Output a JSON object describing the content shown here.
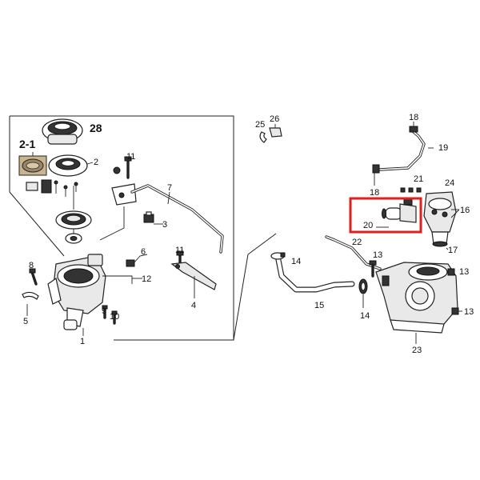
{
  "labels": {
    "p1": "1",
    "p2": "2",
    "p2_1": "2-1",
    "p3": "3",
    "p4": "4",
    "p5": "5",
    "p6": "6",
    "p7": "7",
    "p8": "8",
    "p9": "9",
    "p10": "10",
    "p11a": "11",
    "p11b": "11",
    "p12": "12",
    "p13a": "13",
    "p13b": "13",
    "p13c": "13",
    "p14a": "14",
    "p14b": "14",
    "p15": "15",
    "p16": "16",
    "p17": "17",
    "p18a": "18",
    "p18b": "18",
    "p19": "19",
    "p20": "20",
    "p21": "21",
    "p22": "22",
    "p23": "23",
    "p24": "24",
    "p25": "25",
    "p26": "26",
    "p28": "28"
  },
  "highlight": {
    "part": "20",
    "color": "#e0201f"
  }
}
